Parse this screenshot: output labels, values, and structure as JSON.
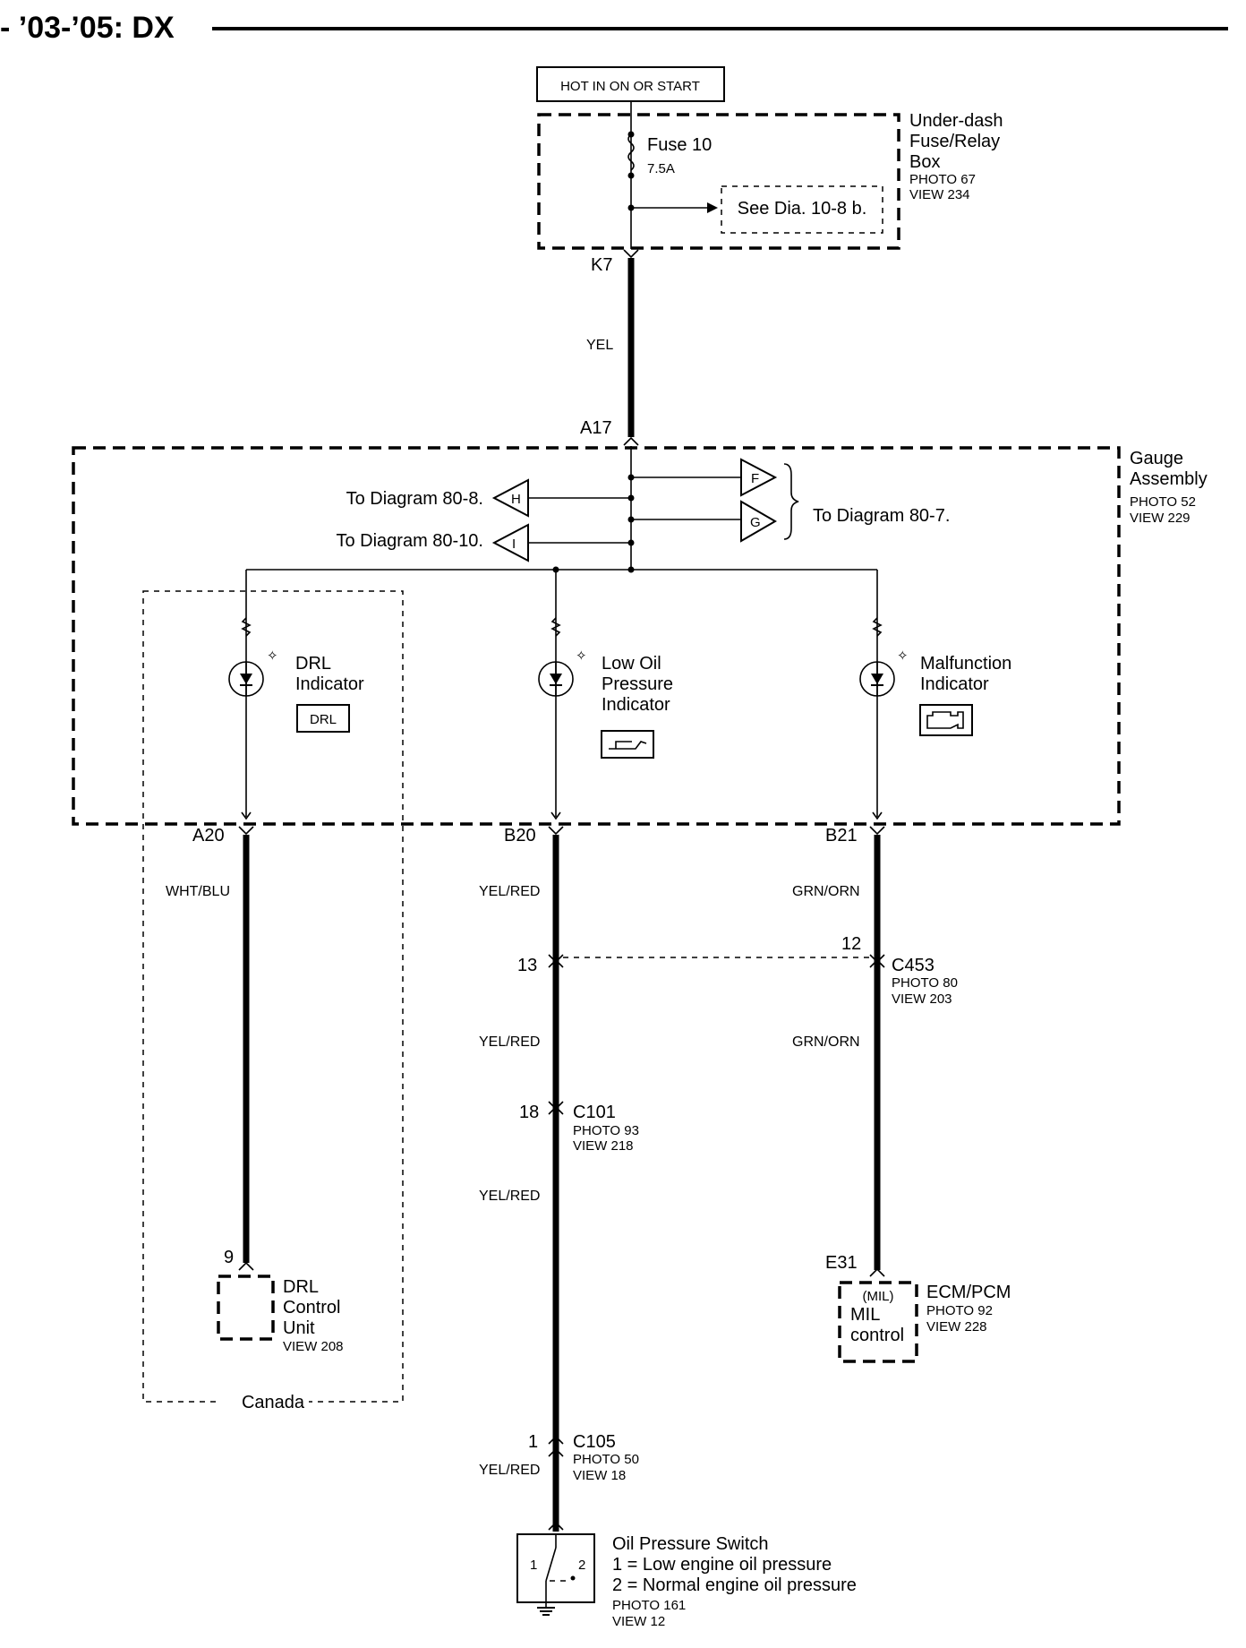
{
  "header": {
    "title": "- ’03-’05: DX"
  },
  "power": {
    "label": "HOT IN ON OR START"
  },
  "fuse_box": {
    "name_lines": [
      "Under-dash",
      "Fuse/Relay",
      "Box"
    ],
    "photo": "PHOTO 67",
    "view": "VIEW 234",
    "fuse_label": "Fuse 10",
    "fuse_rating": "7.5A",
    "see_dia": "See Dia. 10-8 b."
  },
  "top_wire": {
    "pin_top": "K7",
    "color": "YEL",
    "pin_bottom": "A17"
  },
  "gauge": {
    "name_lines": [
      "Gauge",
      "Assembly"
    ],
    "photo": "PHOTO 52",
    "view": "VIEW 229",
    "to_h": "To Diagram 80-8.",
    "to_i": "To Diagram  80-10.",
    "to_fg": "To Diagram 80-7.",
    "h": "H",
    "i": "I",
    "f": "F",
    "g": "G"
  },
  "indicators": {
    "drl": {
      "lines": [
        "DRL",
        "Indicator"
      ],
      "badge": "DRL"
    },
    "oil": {
      "lines": [
        "Low Oil",
        "Pressure",
        "Indicator"
      ]
    },
    "mil": {
      "lines": [
        "Malfunction",
        "Indicator"
      ]
    }
  },
  "left_circuit": {
    "pin_top": "A20",
    "color": "WHT/BLU",
    "pin_bottom": "9",
    "unit_lines": [
      "DRL",
      "Control",
      "Unit"
    ],
    "view": "VIEW 208",
    "region": "Canada"
  },
  "mid_circuit": {
    "pin_top": "B20",
    "color1": "YEL/RED",
    "pin_13": "13",
    "color2": "YEL/RED",
    "pin_18": "18",
    "c101": "C101",
    "c101_photo": "PHOTO 93",
    "c101_view": "VIEW 218",
    "color3": "YEL/RED",
    "pin_1": "1",
    "c105": "C105",
    "c105_photo": "PHOTO 50",
    "c105_view": "VIEW 18",
    "color4": "YEL/RED"
  },
  "right_circuit": {
    "pin_top": "B21",
    "color1": "GRN/ORN",
    "pin_12": "12",
    "c453": "C453",
    "c453_photo": "PHOTO 80",
    "c453_view": "VIEW 203",
    "color2": "GRN/ORN",
    "pin_bottom": "E31",
    "ecm": "ECM/PCM",
    "ecm_photo": "PHOTO 92",
    "ecm_view": "VIEW 228",
    "mil_small": "(MIL)",
    "mil_lines": [
      "MIL",
      "control"
    ]
  },
  "switch": {
    "title": "Oil Pressure Switch",
    "line1": "1 = Low engine oil pressure",
    "line2": "2 = Normal engine oil pressure",
    "photo": "PHOTO 161",
    "view": "VIEW 12",
    "t1": "1",
    "t2": "2"
  }
}
